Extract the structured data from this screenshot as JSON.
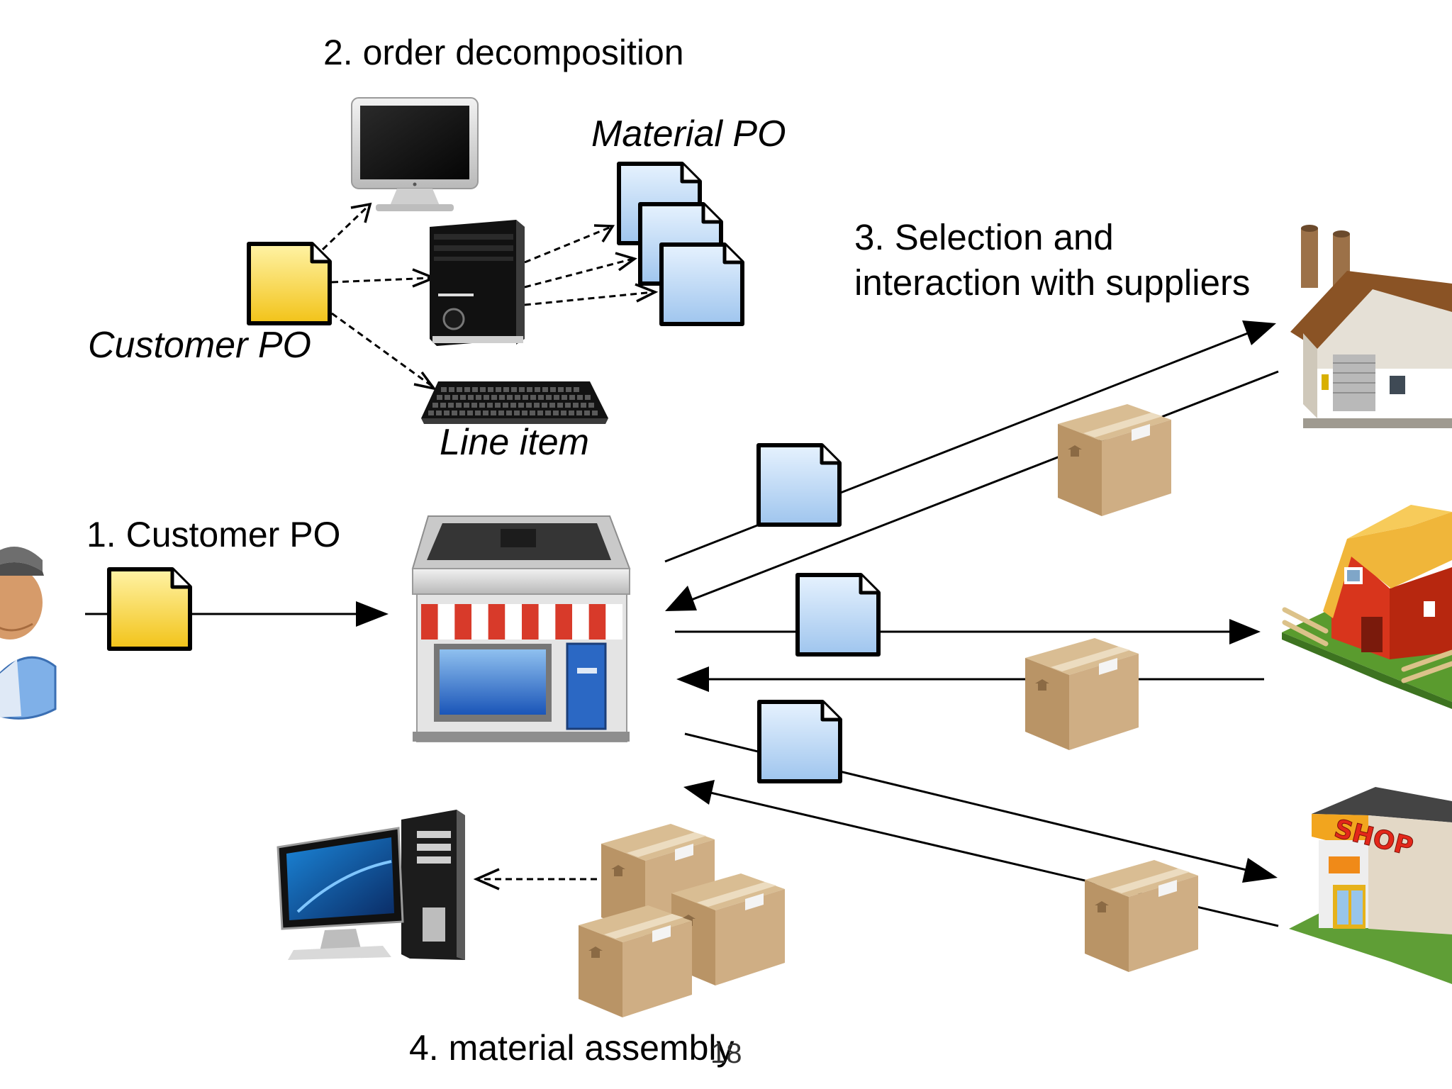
{
  "labels": {
    "step1": "1. Customer PO",
    "step2": "2. order decomposition",
    "step3_line1": "3. Selection and",
    "step3_line2": "interaction with suppliers",
    "step4": "4. material assembly",
    "customer_po": "Customer PO",
    "material_po": "Material PO",
    "line_item": "Line item",
    "page_number": "18"
  },
  "icons": {
    "customer": "person-icon",
    "retailer": "storefront-icon",
    "decomposition_monitor": "monitor-icon",
    "decomposition_tower": "computer-tower-icon",
    "decomposition_keyboard": "keyboard-icon",
    "supplier_1": "factory-icon",
    "supplier_2": "farmhouse-icon",
    "supplier_3": "shop-icon",
    "assembled_product": "desktop-computer-icon",
    "document": "document-icon",
    "box": "cardboard-box-icon"
  },
  "supplier_3_sign": "SHOP",
  "colors": {
    "customer_doc": "#f6cf3a",
    "material_doc": "#bcd8f4",
    "box": "#c9a77c",
    "awning_red": "#d83a2a",
    "line": "#000000"
  }
}
